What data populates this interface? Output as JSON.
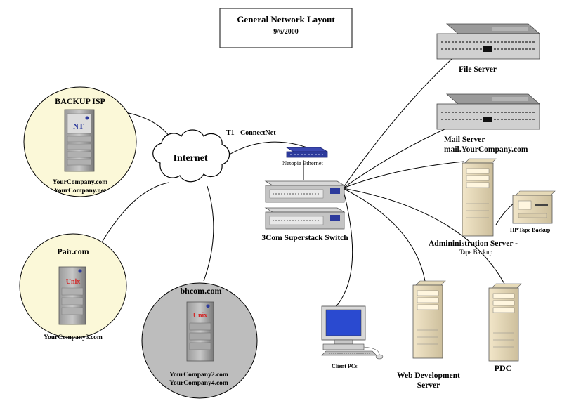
{
  "title": "General Network Layout",
  "date": "9/6/2000",
  "internet_label": "Internet",
  "t1_label": "T1 - ConnectNet",
  "netopia_label": "Netopia Ethernet",
  "switch_label": "3Com Superstack Switch",
  "isps": {
    "backup": {
      "name": "BACKUP ISP",
      "os": "NT",
      "domains": [
        "YourCompany.com",
        "YourCompany.net"
      ]
    },
    "pair": {
      "name": "Pair.com",
      "os": "Unix",
      "domains": [
        "YourCompany3.com"
      ]
    },
    "bhcom": {
      "name": "bhcom.com",
      "os": "Unix",
      "domains": [
        "YourCompany2.com",
        "YourCompany4.com"
      ]
    }
  },
  "servers": {
    "file": {
      "label": "File Server"
    },
    "mail": {
      "label": "Mail Server",
      "sublabel": "mail.YourCompany.com"
    },
    "admin": {
      "label": "Admininistration Server -",
      "sublabel": "Tape Backup"
    },
    "tape": {
      "label": "HP Tape Backup"
    },
    "clients": {
      "label": "Client PCs"
    },
    "webdev": {
      "label": "Web Development",
      "sublabel": "Server"
    },
    "pdc": {
      "label": "PDC"
    }
  },
  "colors": {
    "isp_fill": "#fbf8d8",
    "bhcom_fill": "#bdbdbd",
    "rack_gray": "#8a8a8a",
    "device_blue": "#2c3a9c",
    "os_red": "#d22a2a"
  }
}
